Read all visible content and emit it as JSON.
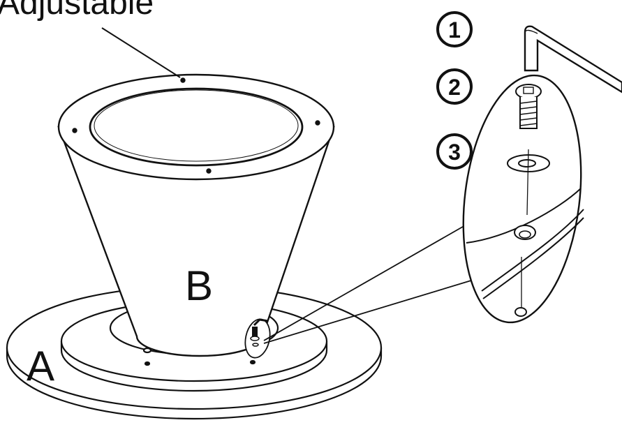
{
  "labels": {
    "adjustable": "Adjustable",
    "part_a": "A",
    "part_b": "B"
  },
  "steps": [
    "1",
    "2",
    "3"
  ],
  "colors": {
    "line": "#111111",
    "paper": "#ffffff",
    "shade": "#e9e9e9"
  }
}
